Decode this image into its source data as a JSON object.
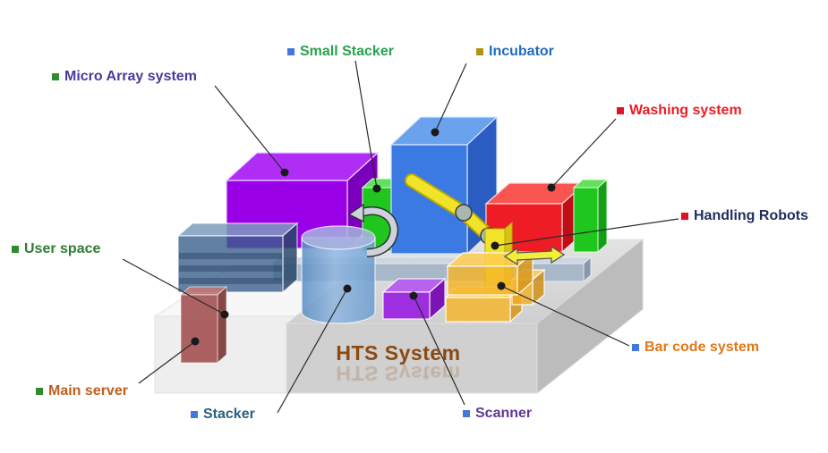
{
  "title": "HTS System",
  "diagram": {
    "platform_title": {
      "text": "HTS System",
      "color": "#8b4a10"
    },
    "labels": [
      {
        "text": "Micro Array system",
        "text_color": "#4a3a9c",
        "bullet_color": "#2e8b2e"
      },
      {
        "text": "Small Stacker",
        "text_color": "#28a24c",
        "bullet_color": "#4477dd"
      },
      {
        "text": "Incubator",
        "text_color": "#1e6cbe",
        "bullet_color": "#b29313"
      },
      {
        "text": "Washing system",
        "text_color": "#ec1c24",
        "bullet_color": "#e01120"
      },
      {
        "text": "Handling Robots",
        "text_color": "#1f2c5e",
        "bullet_color": "#e01120"
      },
      {
        "text": "User space",
        "text_color": "#2e7d33",
        "bullet_color": "#2e8b2e"
      },
      {
        "text": "Main server",
        "text_color": "#c05f1b",
        "bullet_color": "#2e8b2e"
      },
      {
        "text": "Stacker",
        "text_color": "#28607f",
        "bullet_color": "#4477dd"
      },
      {
        "text": "Scanner",
        "text_color": "#5f3995",
        "bullet_color": "#4477dd"
      },
      {
        "text": "Bar code system",
        "text_color": "#e07818",
        "bullet_color": "#4477dd"
      }
    ],
    "components": [
      {
        "name": "micro-array-box",
        "color": "#9a00e8"
      },
      {
        "name": "small-stacker-box",
        "color": "#1ec61e"
      },
      {
        "name": "incubator-box",
        "color": "#3a7ae2"
      },
      {
        "name": "washing-box",
        "color": "#ee1c24"
      },
      {
        "name": "auxiliary-green-box",
        "color": "#1ec61e"
      },
      {
        "name": "stacker-cylinder",
        "color": "#6f9fd0"
      },
      {
        "name": "user-space-box",
        "color": "#3a608c"
      },
      {
        "name": "main-server-box",
        "color": "#a55555"
      },
      {
        "name": "scanner-box",
        "color": "#9e2fe0"
      },
      {
        "name": "barcode-boxes",
        "color": "#f5b42a"
      },
      {
        "name": "handling-robot-arm",
        "color": "#f0e32a"
      },
      {
        "name": "transfer-rail",
        "color": "#a8b8c8"
      },
      {
        "name": "platform",
        "color": "#d8d8d8"
      }
    ]
  }
}
